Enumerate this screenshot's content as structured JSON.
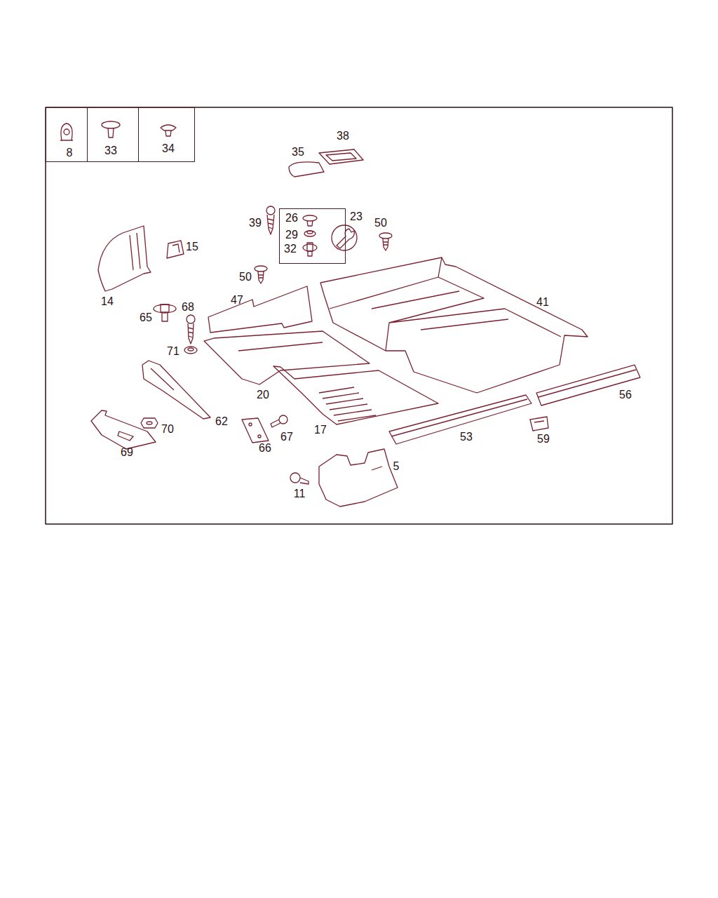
{
  "diagram": {
    "nodes": [
      {
        "text": [
          "8"
        ]
      },
      {
        "text": [
          "33"
        ]
      },
      {
        "text": [
          "34"
        ]
      },
      {
        "text": [
          "26",
          "29",
          "32",
          "23"
        ]
      }
    ],
    "labels": [
      "38",
      "35",
      "39",
      "50",
      "15",
      "14",
      "50",
      "47",
      "65",
      "68",
      "41",
      "71",
      "20",
      "62",
      "70",
      "17",
      "67",
      "53",
      "56",
      "69",
      "66",
      "59",
      "5",
      "11"
    ]
  }
}
